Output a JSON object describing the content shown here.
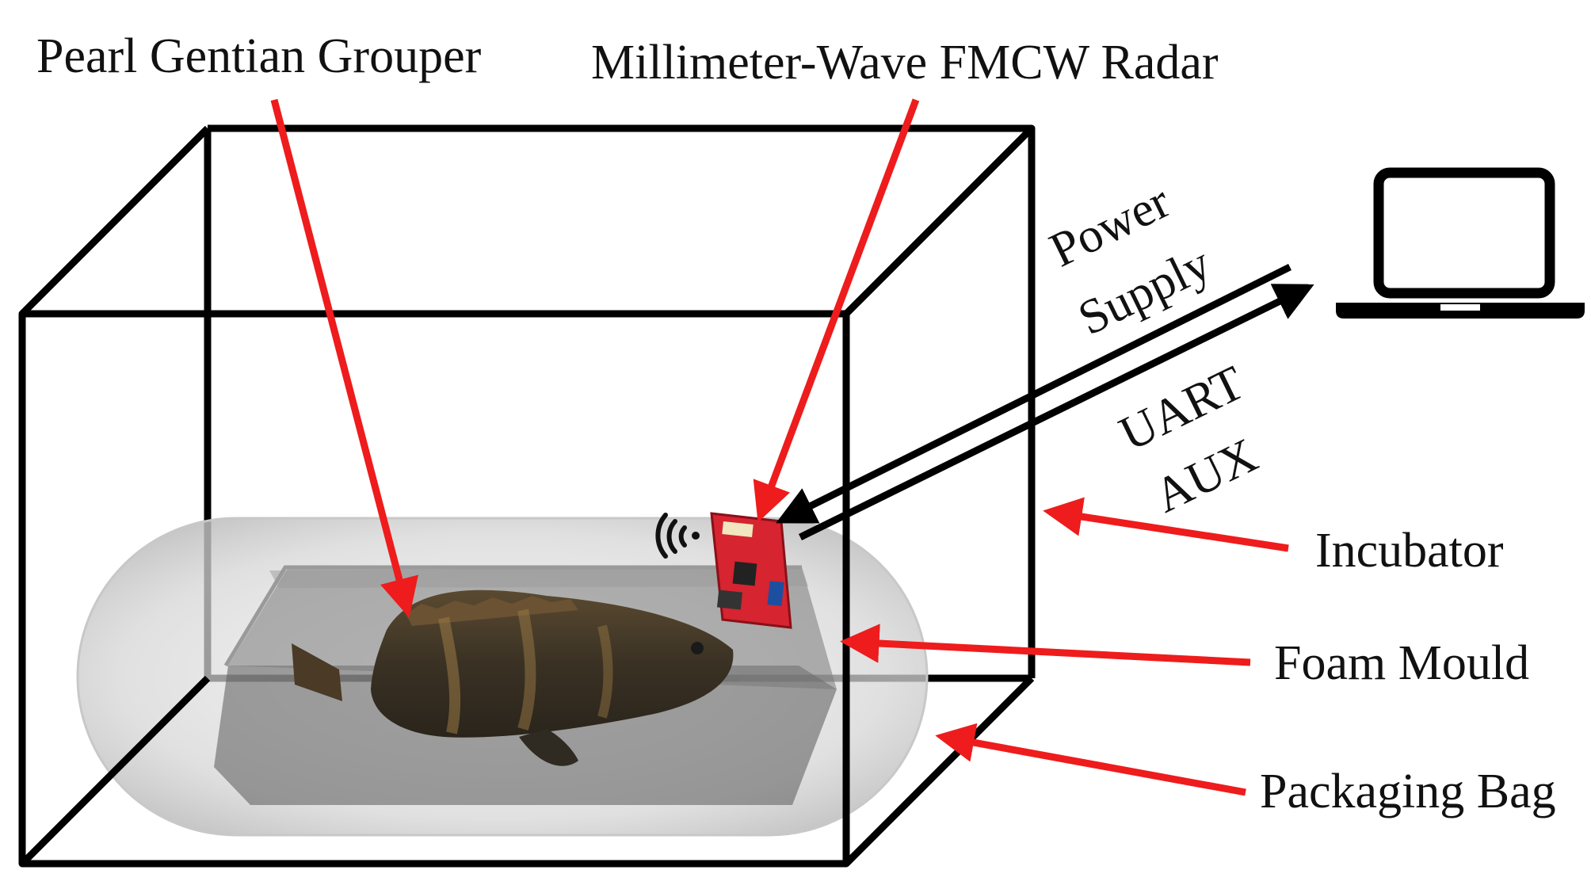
{
  "labels": {
    "fish": "Pearl Gentian Grouper",
    "radar": "Millimeter-Wave FMCW Radar",
    "power": "Power",
    "supply": "Supply",
    "uart": "UART",
    "aux": "AUX",
    "incubator": "Incubator",
    "foam": "Foam Mould",
    "bag": "Packaging Bag"
  },
  "colors": {
    "arrow": "#ee1c1c",
    "frame": "#000000",
    "bag": "#d9d9d9",
    "foam": "#6f6f6f",
    "board": "#d62430",
    "fish_body": "#3b3327",
    "fish_band": "#8a6a3a"
  },
  "icons": [
    "wifi-signal-icon",
    "laptop-icon"
  ]
}
